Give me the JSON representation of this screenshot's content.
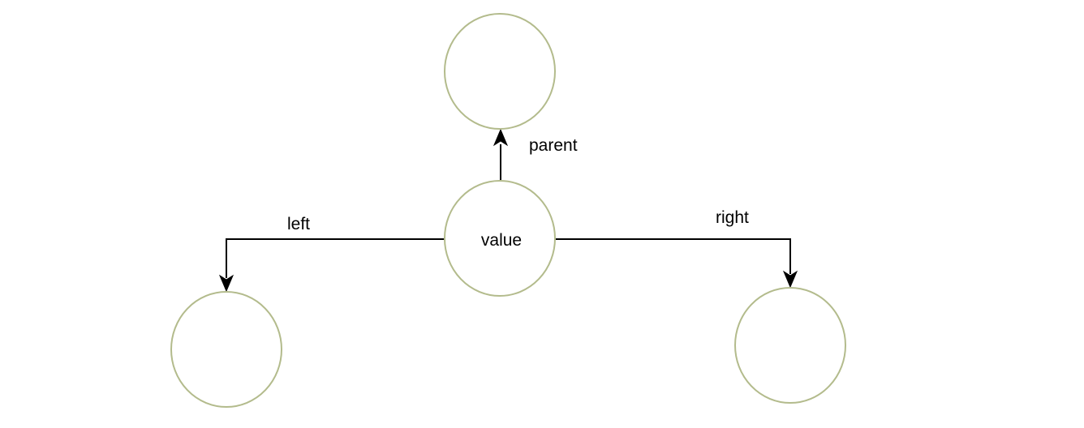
{
  "diagram": {
    "colors": {
      "node_stroke": "#b3bb8c",
      "edge": "#000000",
      "text": "#000000",
      "background": "#ffffff"
    },
    "nodes": {
      "parent": {
        "label": ""
      },
      "current": {
        "label": "value"
      },
      "left": {
        "label": ""
      },
      "right": {
        "label": ""
      }
    },
    "edges": {
      "parent": {
        "label": "parent"
      },
      "left": {
        "label": "left"
      },
      "right": {
        "label": "right"
      }
    }
  }
}
